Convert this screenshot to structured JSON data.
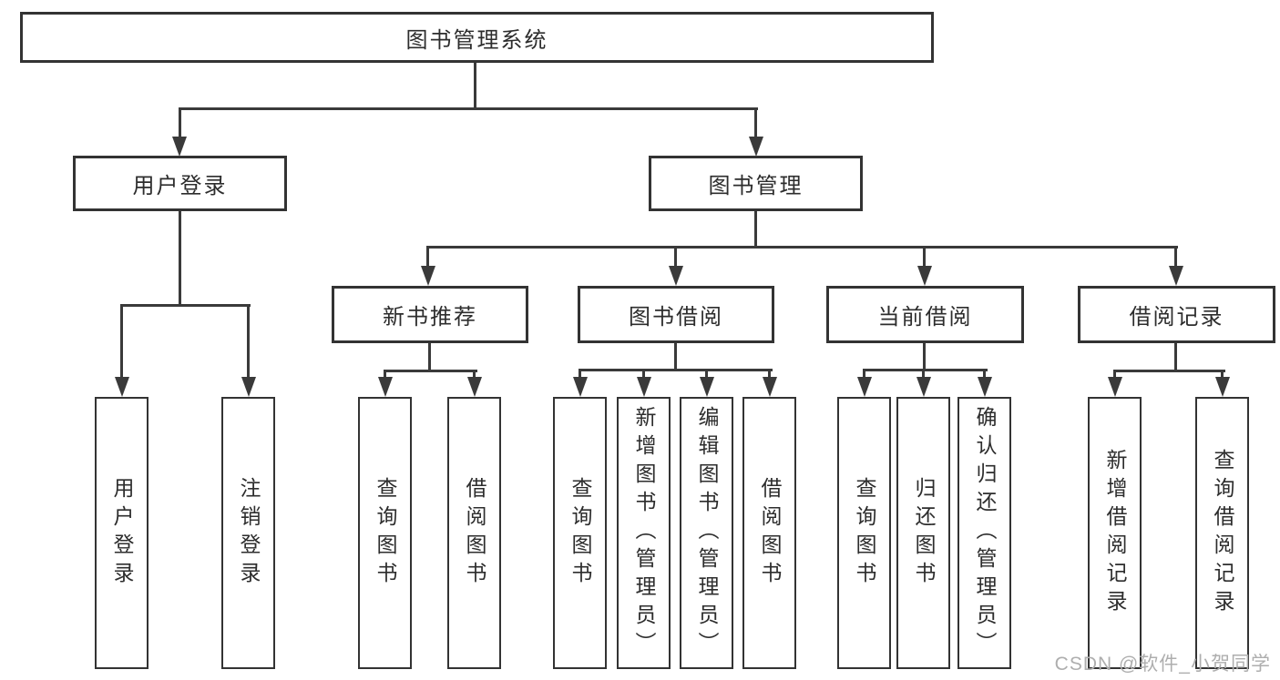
{
  "diagram": {
    "title": "图书管理系统",
    "root": {
      "label": "图书管理系统",
      "children": [
        {
          "label": "用户登录",
          "children": [
            {
              "label": "用户登录"
            },
            {
              "label": "注销登录"
            }
          ]
        },
        {
          "label": "图书管理",
          "children": [
            {
              "label": "新书推荐",
              "children": [
                {
                  "label": "查询图书"
                },
                {
                  "label": "借阅图书"
                }
              ]
            },
            {
              "label": "图书借阅",
              "children": [
                {
                  "label": "查询图书"
                },
                {
                  "label": "新增图书（管理员）"
                },
                {
                  "label": "编辑图书（管理员）"
                },
                {
                  "label": "借阅图书"
                }
              ]
            },
            {
              "label": "当前借阅",
              "children": [
                {
                  "label": "查询图书"
                },
                {
                  "label": "归还图书"
                },
                {
                  "label": "确认归还（管理员）"
                }
              ]
            },
            {
              "label": "借阅记录",
              "children": [
                {
                  "label": "新增借阅记录"
                },
                {
                  "label": "查询借阅记录"
                }
              ]
            }
          ]
        }
      ]
    },
    "colors": {
      "line": "#3a3a3a",
      "box_border": "#333333",
      "text": "#2d2d2d",
      "background": "#ffffff",
      "watermark": "#aeaeae"
    }
  },
  "watermark": {
    "text": "CSDN @软件_小贺同学"
  }
}
